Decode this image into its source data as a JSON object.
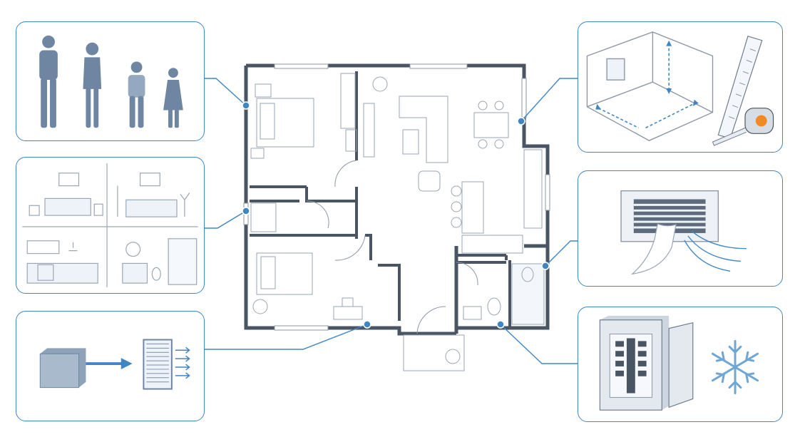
{
  "colors": {
    "accent": "#3f86c4",
    "wall": "#4a5563",
    "figure": "#6e86a2",
    "furniture": "#9aa6b4",
    "light_fill": "#eef3f9"
  },
  "panels": [
    {
      "id": "occupants",
      "icon": "family-figures-icon"
    },
    {
      "id": "rooms",
      "icon": "room-interiors-icon"
    },
    {
      "id": "filter",
      "icon": "air-filter-icon"
    },
    {
      "id": "dimensions",
      "icon": "room-dimensions-icon"
    },
    {
      "id": "vent",
      "icon": "air-vent-icon"
    },
    {
      "id": "electrical",
      "icon": "electrical-panel-icon"
    }
  ]
}
